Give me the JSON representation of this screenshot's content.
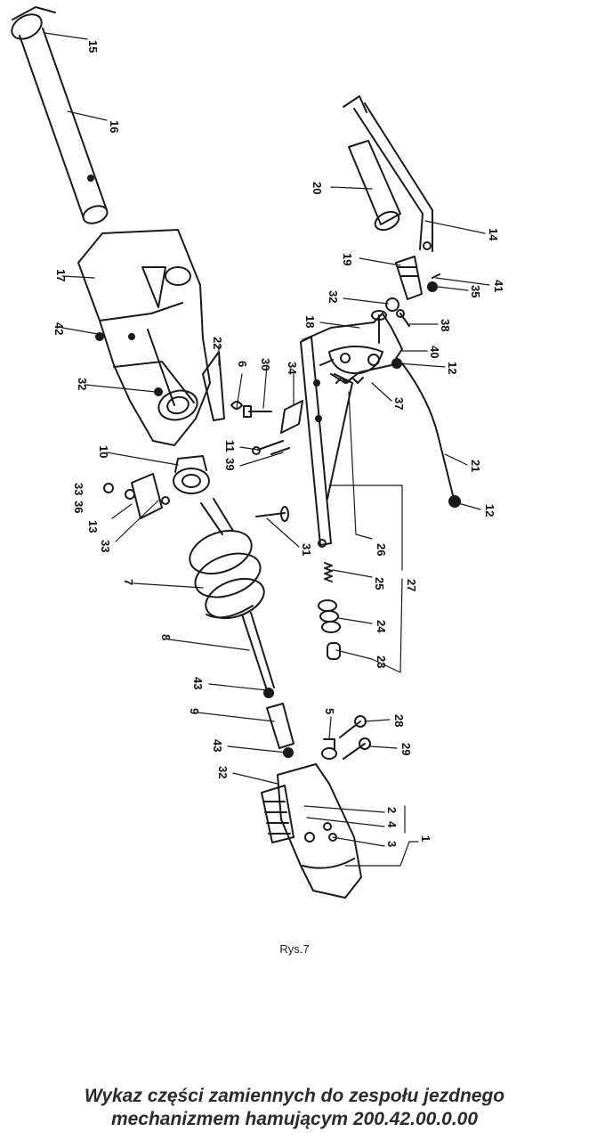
{
  "figure_label": "Rys.7",
  "caption": {
    "line1": "Wykaz części zamiennych do zespołu jezdnego",
    "line2": "mechanizmem hamującym 200.42.00.0.00"
  },
  "part_labels": [
    "15",
    "16",
    "17",
    "42",
    "32",
    "22",
    "6",
    "30",
    "34",
    "11",
    "39",
    "10",
    "33",
    "36",
    "13",
    "33",
    "7",
    "8",
    "43",
    "9",
    "43",
    "32",
    "5",
    "28",
    "29",
    "2",
    "4",
    "3",
    "1",
    "20",
    "14",
    "19",
    "41",
    "35",
    "32",
    "38",
    "18",
    "40",
    "12",
    "37",
    "21",
    "12",
    "31",
    "26",
    "27",
    "25",
    "24",
    "23"
  ]
}
